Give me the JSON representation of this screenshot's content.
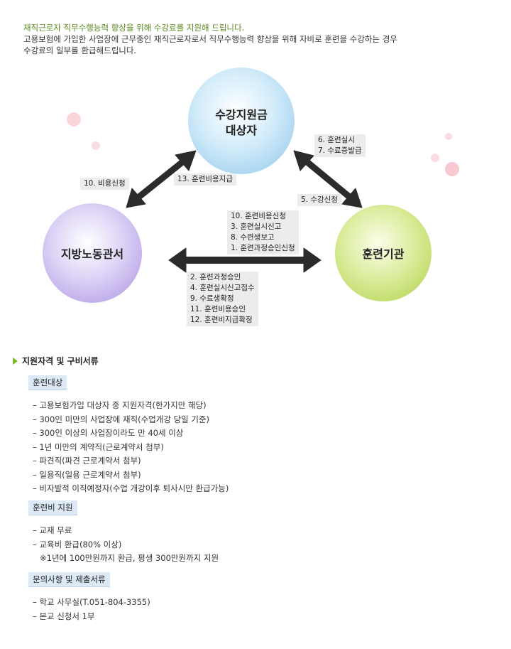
{
  "intro": {
    "lead": "재직근로자 직무수행능력 향상을 위해 수강료를 지원해 드립니다.",
    "line2": "고용보험에 가입한 사업장에 근무중인 재직근로자로서 직무수행능력 향상을 위해 자비로 훈련을 수강하는 경우",
    "line3": "수강료의 일부를 환급해드립니다."
  },
  "diagram": {
    "top_circle": {
      "line1": "수강지원금",
      "line2": "대상자"
    },
    "left_circle": {
      "label": "지방노동관서"
    },
    "right_circle": {
      "label": "훈련기관"
    },
    "tags": {
      "apply_cost": "10. 비용신청",
      "pay_cost": "13. 훈련비용지급",
      "training": [
        "6. 훈련실시",
        "7. 수료증발급"
      ],
      "enroll": "5. 수강신청",
      "to_office": [
        "10. 훈련비용신청",
        "3. 훈련실시신고",
        "8. 수련생보고",
        "1. 훈련과정승인신청"
      ],
      "to_institution": [
        "2. 훈련과정승인",
        "4. 훈련실시신고접수",
        "9. 수료생확정",
        "11. 훈련비용승인",
        "12. 훈련비지급확정"
      ]
    },
    "colors": {
      "top": "#a9d6f2",
      "left": "#c6b4ec",
      "right": "#c6e07a",
      "arrow": "#2b2b2b",
      "deco": "#f6b9c2"
    }
  },
  "section": {
    "title": "지원자격 및 구비서류",
    "groups": [
      {
        "head": "훈련대상",
        "items": [
          "– 고용보험가입 대상자 중 지원자격(한가지만 해당)",
          "– 300인 미만의 사업장에 재직(수업개강 당일 기준)",
          "– 300인 이상의 사업장이라도 만 40세 이상",
          "– 1년 미만의 계약직(근로계약서 첨부)",
          "– 파견직(파견 근로계약서 첨부)",
          "– 일용직(일용 근로계약서 첨부)",
          "– 비자발적 이직예정자(수업 개강이후 퇴사시만 환급가능)"
        ]
      },
      {
        "head": "훈련비 지원",
        "items": [
          "– 교재 무료",
          "– 교육비 환급(80% 이상)"
        ],
        "note": "※1년에 100만원까지 환급, 평생 300만원까지 지원"
      },
      {
        "head": "문의사항 및 제출서류",
        "items": [
          "– 학교 사무실(T.051-804-3355)",
          "– 본교 신청서 1부"
        ]
      }
    ]
  }
}
